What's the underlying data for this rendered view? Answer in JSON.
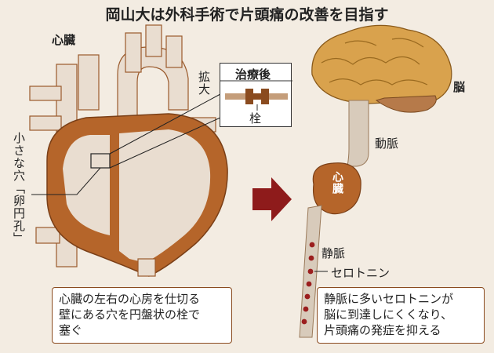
{
  "title": "岡山大は外科手術で片頭痛の改善を目指す",
  "labels": {
    "heart_top": "心臓",
    "brain": "脳",
    "artery": "動脈",
    "heart_small": "心臓",
    "vein": "静脈",
    "serotonin": "セロトニン",
    "after_treatment": "治療後",
    "expand": "拡大",
    "plug": "栓",
    "small_hole": "小さな穴「卵円孔」"
  },
  "boxes": {
    "left_text": [
      "心臓の左右の心房を仕切る",
      "壁にある穴を円盤状の栓で",
      "塞ぐ"
    ],
    "right_text": [
      "静脈に多いセロトニンが",
      "脳に到達しにくくなり、",
      "片頭痛の発症を抑える"
    ]
  },
  "colors": {
    "background": "#f3ece2",
    "heart_dark": "#b5652a",
    "heart_light": "#e9ddd0",
    "brain": "#d9a24d",
    "vessel": "#d8cbbb",
    "arrow": "#8e1b1b",
    "serotonin_dot": "#9b1e1e"
  }
}
